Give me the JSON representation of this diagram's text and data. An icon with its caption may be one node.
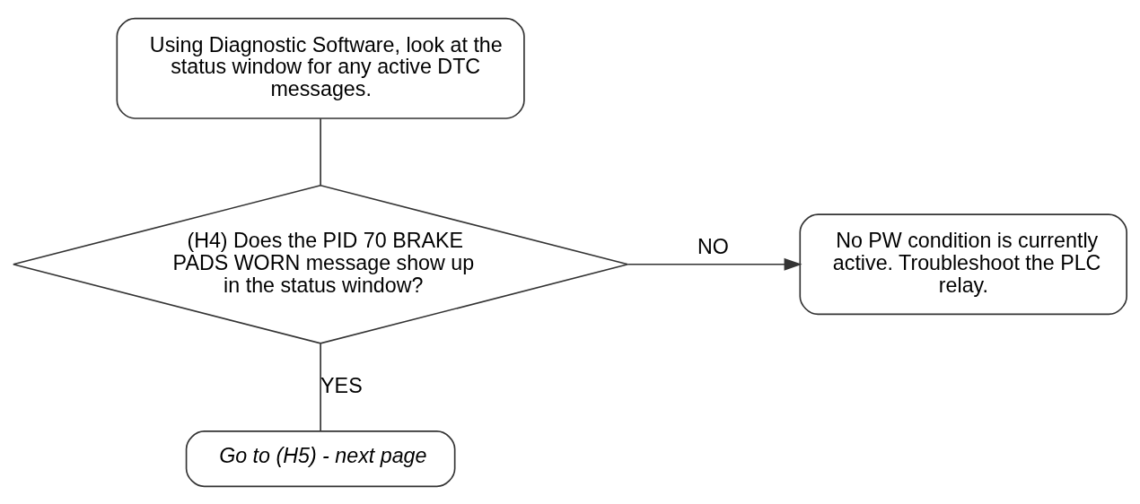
{
  "diagram": {
    "nodes": [
      {
        "text": [
          "Using Diagnostic Software, look at the status window for any active DTC messages."
        ]
      },
      {
        "text": [
          "(H4) Does the PID 70 BRAKE PADS WORN message show up in the status window?"
        ]
      },
      {
        "text": [
          "No PW condition is currently active. Troubleshoot the PLC relay."
        ]
      },
      {
        "text": [
          "Go to (H5) - next page"
        ]
      }
    ],
    "edges": [
      {
        "from": 0,
        "to": 1,
        "arrow": "none"
      },
      {
        "from": 1,
        "to": 2,
        "arrow": "to",
        "label": "NO"
      },
      {
        "from": 1,
        "to": 3,
        "arrow": "none",
        "label": "YES"
      }
    ]
  }
}
